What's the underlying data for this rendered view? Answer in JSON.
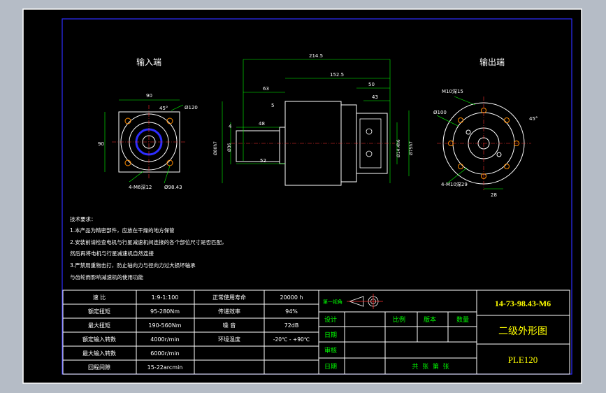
{
  "views": {
    "input_end": "输入端",
    "output_end": "输出端"
  },
  "dimensions": {
    "left": {
      "width": "90",
      "height": "90",
      "angle": "45°",
      "circle": "Ø120",
      "holes": "4-M6深12",
      "pcd": "Ø98.43"
    },
    "side": {
      "d214": "214.5",
      "d152": "152.5",
      "d63": "63",
      "d50": "50",
      "d43": "43",
      "d5": "5",
      "d4": "4",
      "d48": "48",
      "d52": "52",
      "dia80": "Ø80h7",
      "dia36": "Ø36",
      "dia14": "Ø14.4h6",
      "dia75": "Ø75h7"
    },
    "right": {
      "holes_top": "M10深15",
      "dia100": "Ø100",
      "angle": "45°",
      "holes_bottom": "4-M10深29",
      "d28": "28"
    }
  },
  "notes": {
    "title": "技术要求：",
    "lines": [
      "1.本产品为精密部件，应放在干燥的地方保管",
      "2.安装前请检查电机与行星减速机间连接的各个部位尺寸是否匹配，",
      "然后再将电机与行星减速机自然连接",
      "3.严禁用重物击打，防止轴向力与径向力过大损坏轴承",
      "与齿轮而影响减速机的使用功能"
    ]
  },
  "spec_table": {
    "rows": [
      {
        "l1": "速 比",
        "v1": "1:9-1:100",
        "l2": "正常使用寿命",
        "v2": "20000 h"
      },
      {
        "l1": "额定扭矩",
        "v1": "95-280Nm",
        "l2": "传递效率",
        "v2": "94%"
      },
      {
        "l1": "最大扭矩",
        "v1": "190-560Nm",
        "l2": "噪 音",
        "v2": "72dB"
      },
      {
        "l1": "额定输入转数",
        "v1": "4000r/min",
        "l2": "环境温度",
        "v2": "-20℃ - +90℃"
      },
      {
        "l1": "最大输入转数",
        "v1": "6000r/min",
        "l2": "",
        "v2": ""
      },
      {
        "l1": "回程间隙",
        "v1": "15-22arcmin",
        "l2": "",
        "v2": ""
      }
    ]
  },
  "title_block": {
    "projection_label": "第一视角",
    "design": "设计",
    "date1": "日期",
    "review": "审核",
    "date2": "日期",
    "scale": "比例",
    "version": "版本",
    "quantity": "数量",
    "sheets": "共  张  第  张",
    "code": "14-73-98.43-M6",
    "name": "二级外形图",
    "model": "PLE120"
  },
  "colors": {
    "frame_bg": "#000000",
    "border": "#0000ff",
    "geometry": "#ffffff",
    "dimension": "#00ff00",
    "centerline": "#ff0000",
    "text": "#ffffff",
    "title_text": "#ffff00",
    "title_green": "#00ff00",
    "outer": "#b5bcc6"
  }
}
